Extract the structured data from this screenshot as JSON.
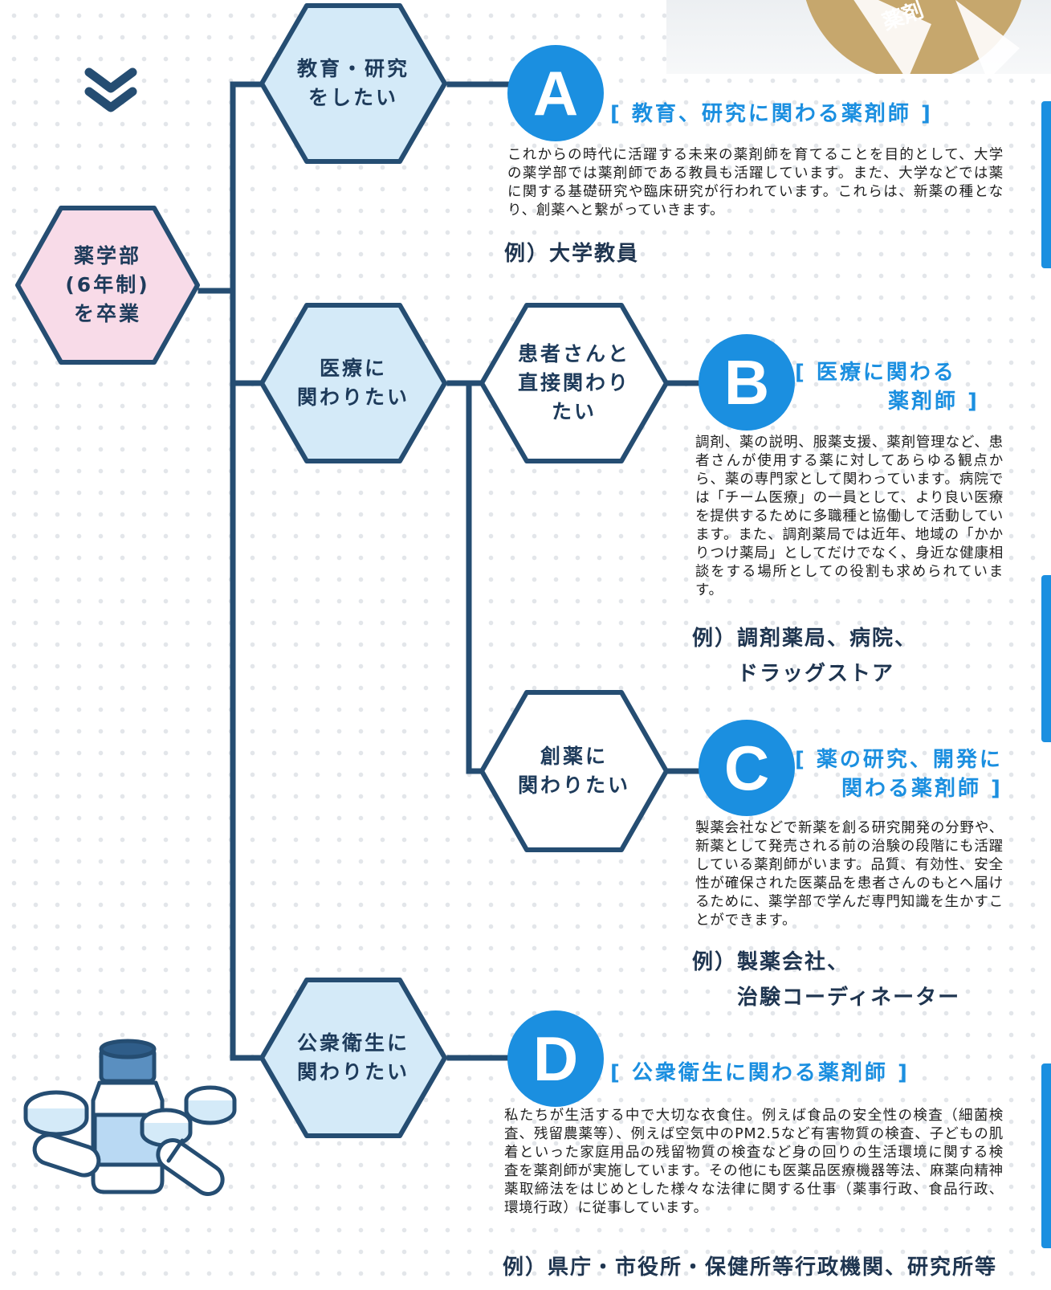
{
  "colors": {
    "line": "#254d72",
    "accent": "#1b8fe0",
    "hex_light_blue": "#d4eaf8",
    "hex_pink": "#f8dbe8",
    "text_dark": "#1f3550",
    "seal_gold": "#c6a76d"
  },
  "start_node": {
    "label": "薬学部\n(6年制)\nを卒業"
  },
  "branches": [
    {
      "label": "教育・研究\nをしたい"
    },
    {
      "label": "医療に\n関わりたい"
    },
    {
      "label": "公衆衛生に\n関わりたい"
    }
  ],
  "sub_branches": [
    {
      "label": "患者さんと\n直接関わり\nたい"
    },
    {
      "label": "創薬に\n関わりたい"
    }
  ],
  "careers": [
    {
      "letter": "A",
      "title": "[ 教育、研究に関わる薬剤師 ]",
      "description": "これからの時代に活躍する未来の薬剤師を育てることを目的として、大学の薬学部では薬剤師である教員も活躍しています。また、大学などでは薬に関する基礎研究や臨床研究が行われています。これらは、新薬の種となり、創薬へと繋がっていきます。",
      "example": "例）大学教員"
    },
    {
      "letter": "B",
      "title": "[ 医療に関わる\n　　　　薬剤師 ]",
      "description": "調剤、薬の説明、服薬支援、薬剤管理など、患者さんが使用する薬に対してあらゆる観点から、薬の専門家として関わっています。病院では「チーム医療」の一員として、より良い医療を提供するために多職種と協働して活動しています。また、調剤薬局では近年、地域の「かかりつけ薬局」としてだけでなく、身近な健康相談をする場所としての役割も求められています。",
      "example": "例）調剤薬局、病院、\n　　ドラッグストア"
    },
    {
      "letter": "C",
      "title": "[ 薬の研究、開発に\n　　関わる薬剤師 ]",
      "description": "製薬会社などで新薬を創る研究開発の分野や、新薬として発売される前の治験の段階にも活躍している薬剤師がいます。品質、有効性、安全性が確保された医薬品を患者さんのもとへ届けるために、薬学部で学んだ専門知識を生かすことができます。",
      "example": "例）製薬会社、\n　　治験コーディネーター"
    },
    {
      "letter": "D",
      "title": "[ 公衆衛生に関わる薬剤師 ]",
      "description": "私たちが生活する中で大切な衣食住。例えば食品の安全性の検査（細菌検査、残留農薬等）、例えば空気中のPM2.5など有害物質の検査、子どもの肌着といった家庭用品の残留物質の検査など身の回りの生活環境に関する検査を薬剤師が実施しています。その他にも医薬品医療機器等法、麻薬向精神薬取締法をはじめとした様々な法律に関する仕事（薬事行政、食品行政、環境行政）に従事しています。",
      "example": "例）県庁・市役所・保健所等行政機関、研究所等"
    }
  ],
  "seal_text": "薬剤"
}
